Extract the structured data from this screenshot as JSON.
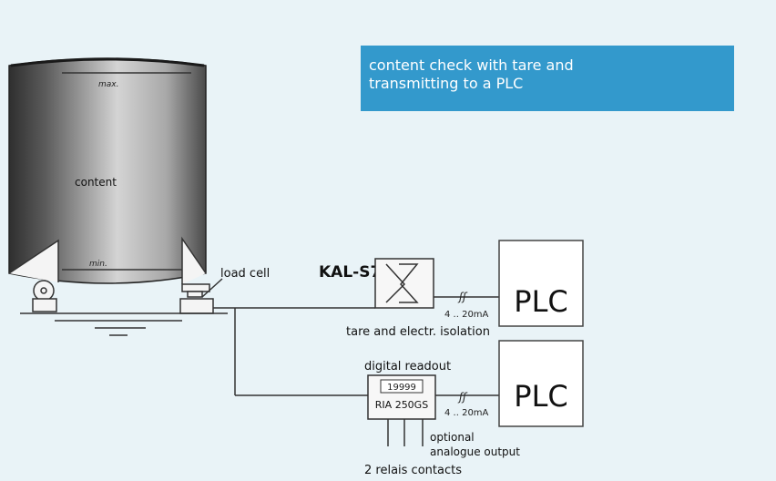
{
  "banner": {
    "line1": "content check with tare and",
    "line2": "transmitting to a PLC"
  },
  "tank": {
    "max_label": "max.",
    "content_label": "content",
    "min_label": "min."
  },
  "labels": {
    "load_cell": "load cell",
    "converter_name": "KAL-S7",
    "converter_caption": "tare and electr. isolation",
    "signal_upper": "4 .. 20mA",
    "signal_lower": "4 .. 20mA",
    "readout_caption": "digital readout",
    "display_digits": "19999",
    "readout_model": "RIA 250GS",
    "optional_line1": "optional",
    "optional_line2": "analogue output",
    "relais": "2 relais contacts"
  },
  "plc": {
    "upper": "PLC",
    "lower": "PLC"
  },
  "colors": {
    "background": "#e9f3f7",
    "banner": "#3399cc",
    "tank_dark": "#3a3a3a",
    "tank_light": "#c9c9c9",
    "line": "#333333"
  }
}
